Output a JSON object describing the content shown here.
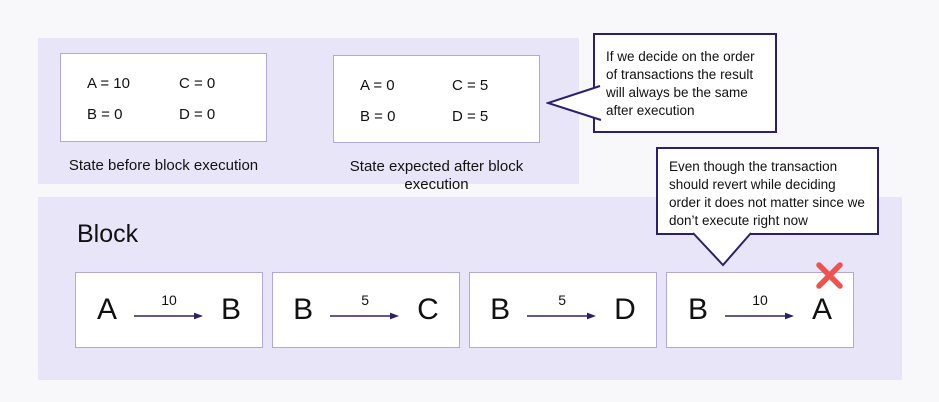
{
  "colors": {
    "page_bg": "#f8f8fa",
    "panel_bg": "#e9e5f8",
    "box_border": "#b3a8de",
    "callout_border": "#2e1f6e",
    "arrow": "#2d2069",
    "reject_x": "#ee5350",
    "text": "#111111"
  },
  "states": {
    "before": {
      "entries": [
        "A = 10",
        "C = 0",
        "B = 0",
        "D = 0"
      ],
      "caption": "State before block execution"
    },
    "after": {
      "entries": [
        "A = 0",
        "C = 5",
        "B = 0",
        "D = 5"
      ],
      "caption": "State expected after block execution"
    }
  },
  "callouts": {
    "order": {
      "text": "If we decide on the order of transactions the result will always be the same after execution"
    },
    "revert": {
      "text": "Even though the transaction should revert while deciding order it does not matter since we don’t execute right now"
    }
  },
  "block": {
    "label": "Block",
    "transactions": [
      {
        "from": "A",
        "amount": "10",
        "to": "B",
        "rejected": false
      },
      {
        "from": "B",
        "amount": "5",
        "to": "C",
        "rejected": false
      },
      {
        "from": "B",
        "amount": "5",
        "to": "D",
        "rejected": false
      },
      {
        "from": "B",
        "amount": "10",
        "to": "A",
        "rejected": true
      }
    ]
  }
}
